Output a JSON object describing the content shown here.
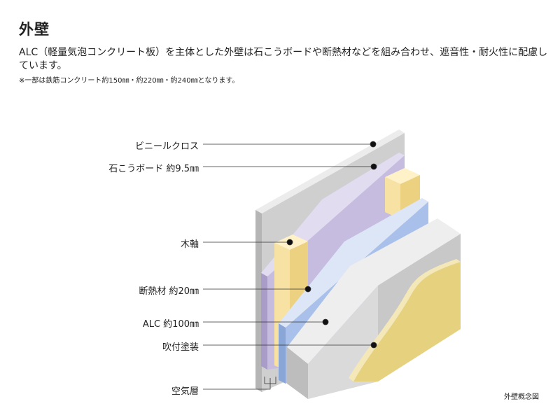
{
  "title": "外壁",
  "description": "ALC（軽量気泡コンクリート板）を主体とした外壁は石こうボードや断熱材などを組み合わせ、遮音性・耐火性に配慮しています。",
  "note": "※一部は鉄筋コンクリート約150㎜・約220㎜・約240㎜となります。",
  "caption": "外壁概念図",
  "labels": {
    "vinyl_cloth": "ビニールクロス",
    "gypsum_board": "石こうボード 約9.5㎜",
    "wood_frame": "木軸",
    "insulation": "断熱材 約20㎜",
    "alc": "ALC 約100㎜",
    "spray_finish": "吹付塗装",
    "air_layer": "空気層"
  },
  "colors": {
    "vinyl_cloth": "#d6d6d6",
    "gypsum_board": "#c9bfe0",
    "wood_frame": "#f6df9a",
    "insulation": "#a9c2ea",
    "alc": "#dcdcdc",
    "spray_finish": "#e8d58a"
  }
}
